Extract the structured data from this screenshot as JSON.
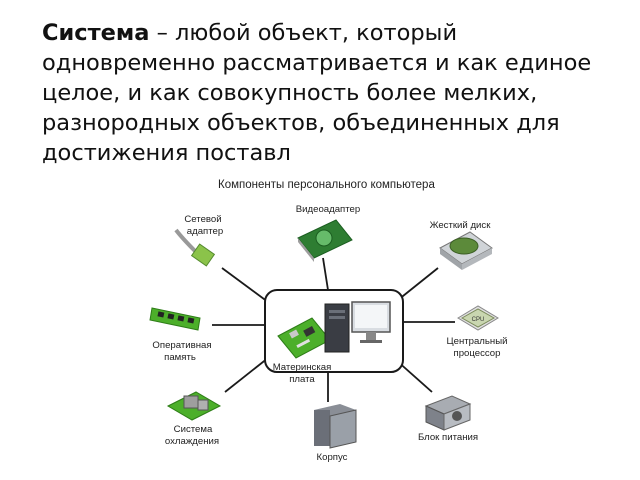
{
  "definition": {
    "term": "Система",
    "text": " – любой объект, который одновременно рассматривается и как единое целое, и как совокупность более мелких, разнородных объектов, объединенных для достижения поставл"
  },
  "diagram": {
    "title": "Компоненты персонального компьютера",
    "components": {
      "network_adapter": [
        "Сетевой",
        "адаптер"
      ],
      "video_adapter": [
        "Видеоадаптер"
      ],
      "hard_disk": [
        "Жесткий диск"
      ],
      "ram": [
        "Оперативная",
        "память"
      ],
      "motherboard": [
        "Материнская",
        "плата"
      ],
      "cpu": [
        "Центральный",
        "процессор"
      ],
      "cooling": [
        "Система",
        "охлаждения"
      ],
      "case": [
        "Корпус"
      ],
      "psu": [
        "Блок питания"
      ]
    }
  }
}
